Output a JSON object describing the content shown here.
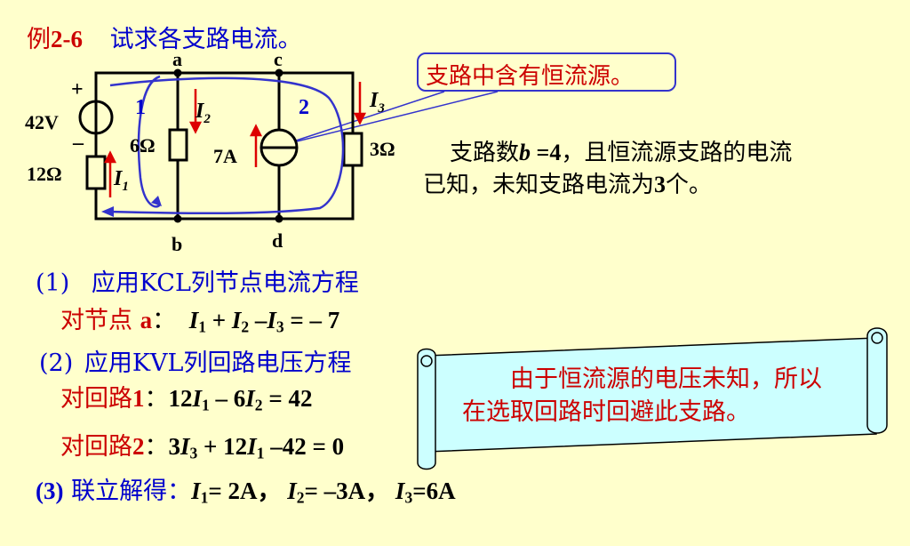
{
  "title": {
    "prefix": "例",
    "number": "2-6",
    "text": "试求各支路电流。"
  },
  "callout": "支路中含有恒流源。",
  "description": {
    "line1_a": "支路数",
    "line1_b": "b",
    "line1_c": " =4",
    "line1_d": "，且恒流源支路的电流",
    "line2_a": "已知，未知支路电流为",
    "line2_b": "3",
    "line2_c": "个。"
  },
  "circuit": {
    "nodes": {
      "a": "a",
      "b": "b",
      "c": "c",
      "d": "d"
    },
    "source_voltage": "42V",
    "plus": "+",
    "minus": "–",
    "r1": "12Ω",
    "r2": "6Ω",
    "r3": "3Ω",
    "current_source": "7A",
    "loop1": "1",
    "loop2": "2",
    "i1": "I",
    "i1_sub": "1",
    "i2": "I",
    "i2_sub": "2",
    "i3": "I",
    "i3_sub": "3"
  },
  "step1": {
    "label": "(1)",
    "text": "应用KCL列节点电流方程"
  },
  "node_eq": {
    "prefix": "对节点 ",
    "node": "a",
    "colon": "：",
    "equation": "I1 + I2 –I3 = – 7"
  },
  "step2": {
    "label": "(2)",
    "text": "应用KVL列回路电压方程"
  },
  "loop1_eq": {
    "prefix": "对回路",
    "num": "1",
    "colon": "：",
    "equation": "12I1 – 6I2 = 42"
  },
  "loop2_eq": {
    "prefix": "对回路",
    "num": "2",
    "colon": "：",
    "equation": "3I3 + 12I1 –42 = 0"
  },
  "step3": {
    "label": "(3)",
    "text": "联立解得：",
    "result": "I1= 2A， I2= –3A， I3=6A"
  },
  "scroll_note": "由于恒流源的电压未知，所以在选取回路时回避此支路。"
}
